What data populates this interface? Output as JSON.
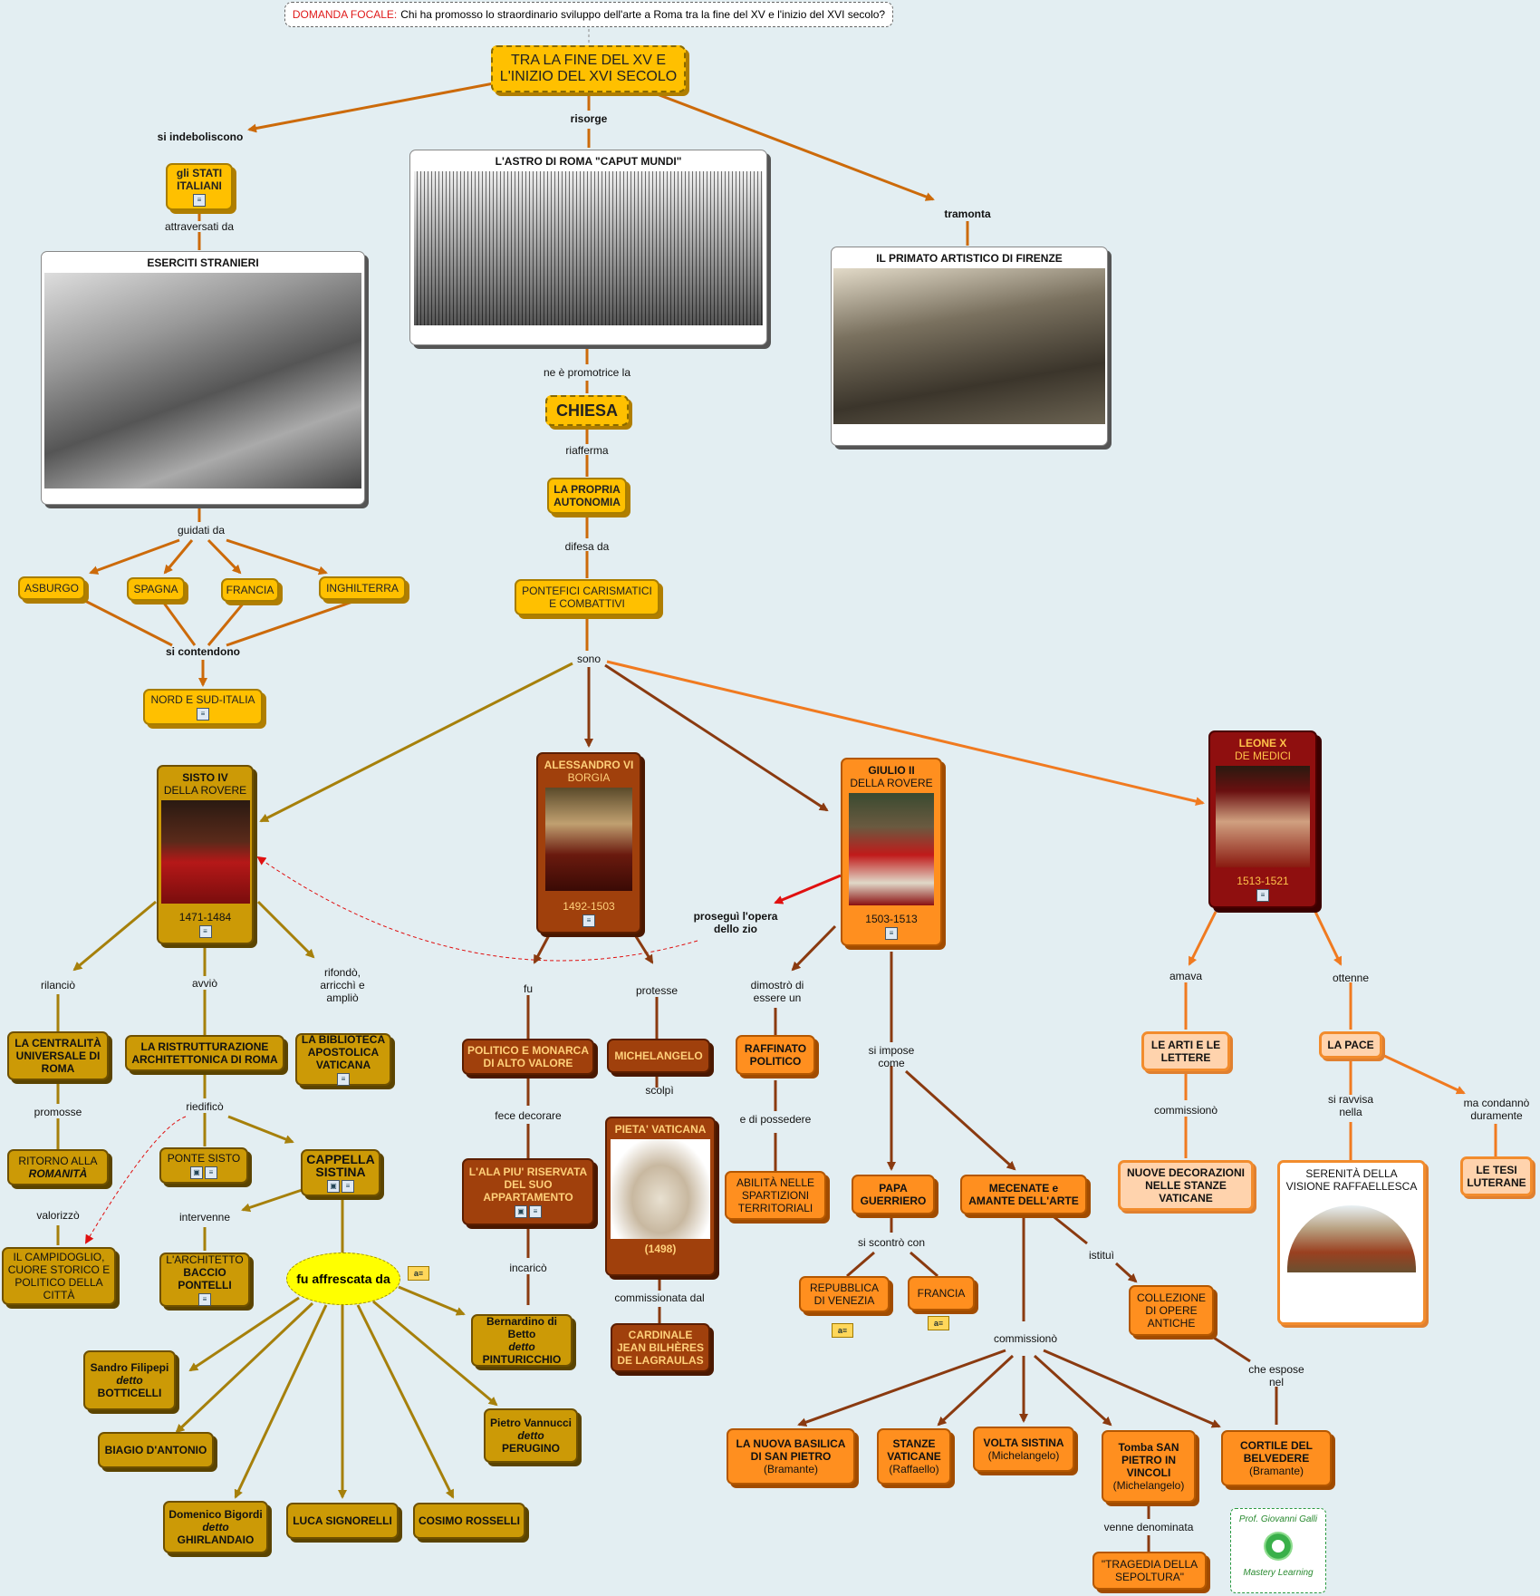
{
  "focus": {
    "prefix": "DOMANDA FOCALE:",
    "question": "Chi ha promosso lo straordinario sviluppo dell'arte a Roma tra la fine del XV e l'inizio del XVI secolo?"
  },
  "nodes": {
    "root": "TRA LA FINE DEL XV E L'INIZIO DEL XVI SECOLO",
    "stati": "gli STATI ITALIANI",
    "eserciti": "ESERCITI STRANIERI",
    "astro": "L'ASTRO DI ROMA \"CAPUT MUNDI\"",
    "firenze": "IL PRIMATO ARTISTICO DI FIRENZE",
    "chiesa": "CHIESA",
    "autonomia": "LA PROPRIA AUTONOMIA",
    "pontefici": "PONTEFICI CARISMATICI E COMBATTIVI",
    "asburgo": "ASBURGO",
    "spagna": "SPAGNA",
    "francia1": "FRANCIA",
    "inghilterra": "INGHILTERRA",
    "nordsud": "NORD E SUD-ITALIA",
    "sisto_name": "SISTO IV",
    "sisto_fam": "DELLA ROVERE",
    "sisto_years": "1471-1484",
    "alessandro_name": "ALESSANDRO VI",
    "alessandro_fam": "BORGIA",
    "alessandro_years": "1492-1503",
    "giulio_name": "GIULIO II",
    "giulio_fam": "DELLA ROVERE",
    "giulio_years": "1503-1513",
    "leone_name": "LEONE X",
    "leone_fam": "DE MEDICI",
    "leone_years": "1513-1521",
    "centralita": "LA CENTRALITÀ UNIVERSALE DI ROMA",
    "ristrutturazione": "LA RISTRUTTURAZIONE ARCHITETTONICA DI ROMA",
    "biblioteca": "LA BIBLIOTECA APOSTOLICA VATICANA",
    "ritorno_a": "RITORNO ALLA",
    "ritorno_b": "ROMANITÀ",
    "campidoglio": "IL CAMPIDOGLIO, CUORE STORICO E POLITICO DELLA CITTÀ",
    "pontesisto": "PONTE SISTO",
    "cappella": "CAPPELLA SISTINA",
    "baccio_a": "L'ARCHITETTO",
    "baccio_b": "BACCIO PONTELLI",
    "affrescata": "fu affrescata da",
    "politico": "POLITICO E MONARCA DI ALTO VALORE",
    "michelangelo": "MICHELANGELO",
    "ala": "L'ALA PIU' RISERVATA DEL SUO APPARTAMENTO",
    "pieta": "PIETA' VATICANA",
    "pieta_year": "(1498)",
    "cardinale": "CARDINALE JEAN BILHÈRES DE LAGRAULAS",
    "pinturicchio_a": "Bernardino di Betto",
    "pinturicchio_b": "detto",
    "pinturicchio_c": "PINTURICCHIO",
    "botticelli_a": "Sandro Filipepi",
    "botticelli_b": "detto",
    "botticelli_c": "BOTTICELLI",
    "biagio": "BIAGIO D'ANTONIO",
    "ghirlandaio_a": "Domenico Bigordi",
    "ghirlandaio_b": "detto",
    "ghirlandaio_c": "GHIRLANDAIO",
    "signorelli": "LUCA SIGNORELLI",
    "rosselli": "COSIMO ROSSELLI",
    "perugino_a": "Pietro Vannucci",
    "perugino_b": "detto",
    "perugino_c": "PERUGINO",
    "raffinato": "RAFFINATO POLITICO",
    "abilita": "ABILITÀ NELLE SPARTIZIONI TERRITORIALI",
    "papa": "PAPA GUERRIERO",
    "mecenate": "MECENATE e AMANTE DELL'ARTE",
    "venezia": "REPUBBLICA DI VENEZIA",
    "francia2": "FRANCIA",
    "collezione": "COLLEZIONE DI OPERE ANTICHE",
    "basilica_a": "LA NUOVA BASILICA DI SAN PIETRO",
    "basilica_b": "(Bramante)",
    "stanze_a": "STANZE VATICANE",
    "stanze_b": "(Raffaello)",
    "volta_a": "VOLTA SISTINA",
    "volta_b": "(Michelangelo)",
    "tomba_a": "Tomba SAN PIETRO IN VINCOLI",
    "tomba_b": "(Michelangelo)",
    "cortile_a": "CORTILE DEL BELVEDERE",
    "cortile_b": "(Bramante)",
    "tragedia": "\"TRAGEDIA DELLA SEPOLTURA\"",
    "arti": "LE ARTI E LE LETTERE",
    "pace": "LA PACE",
    "nuove": "NUOVE DECORAZIONI NELLE STANZE VATICANE",
    "serenita": "SERENITÀ DELLA VISIONE RAFFAELLESCA",
    "tesi": "LE TESI LUTERANE"
  },
  "labels": {
    "indeboliscono": "si indeboliscono",
    "risorge": "risorge",
    "tramonta": "tramonta",
    "attraversati": "attraversati da",
    "promotrice": "ne è promotrice la",
    "riafferma": "riafferma",
    "difesa": "difesa da",
    "guidati": "guidati da",
    "contendono": "si contendono",
    "sono": "sono",
    "rilancio": "rilanciò",
    "avvio": "avviò",
    "rifondo": "rifondò, arricchì e ampliò",
    "promosse": "promosse",
    "riedifico": "riedificò",
    "valorizzo": "valorizzò",
    "intervenne": "intervenne",
    "fu": "fu",
    "protesse": "protesse",
    "prosegui": "proseguì l'opera dello zio",
    "fece": "fece decorare",
    "incarico": "incaricò",
    "scolpi": "scolpì",
    "commissionata": "commissionata dal",
    "dimostro": "dimostrò di essere un",
    "possedere": "e di possedere",
    "impose": "si impose come",
    "scontro": "si scontrò con",
    "istitui": "istituì",
    "commissiono": "commissionò",
    "espose": "che espose nel",
    "denominata": "venne denominata",
    "amava": "amava",
    "ottenne": "ottenne",
    "commissiono2": "commissionò",
    "ravvisa": "si ravvisa nella",
    "condanno": "ma condannò duramente"
  },
  "credits": {
    "author": "Prof. Giovanni Galli",
    "method": "Mastery Learning"
  },
  "colors": {
    "orange_link": "#d96a00",
    "brown_link": "#8a3a10",
    "gold_link": "#a6800b",
    "red_link": "#e01010"
  }
}
